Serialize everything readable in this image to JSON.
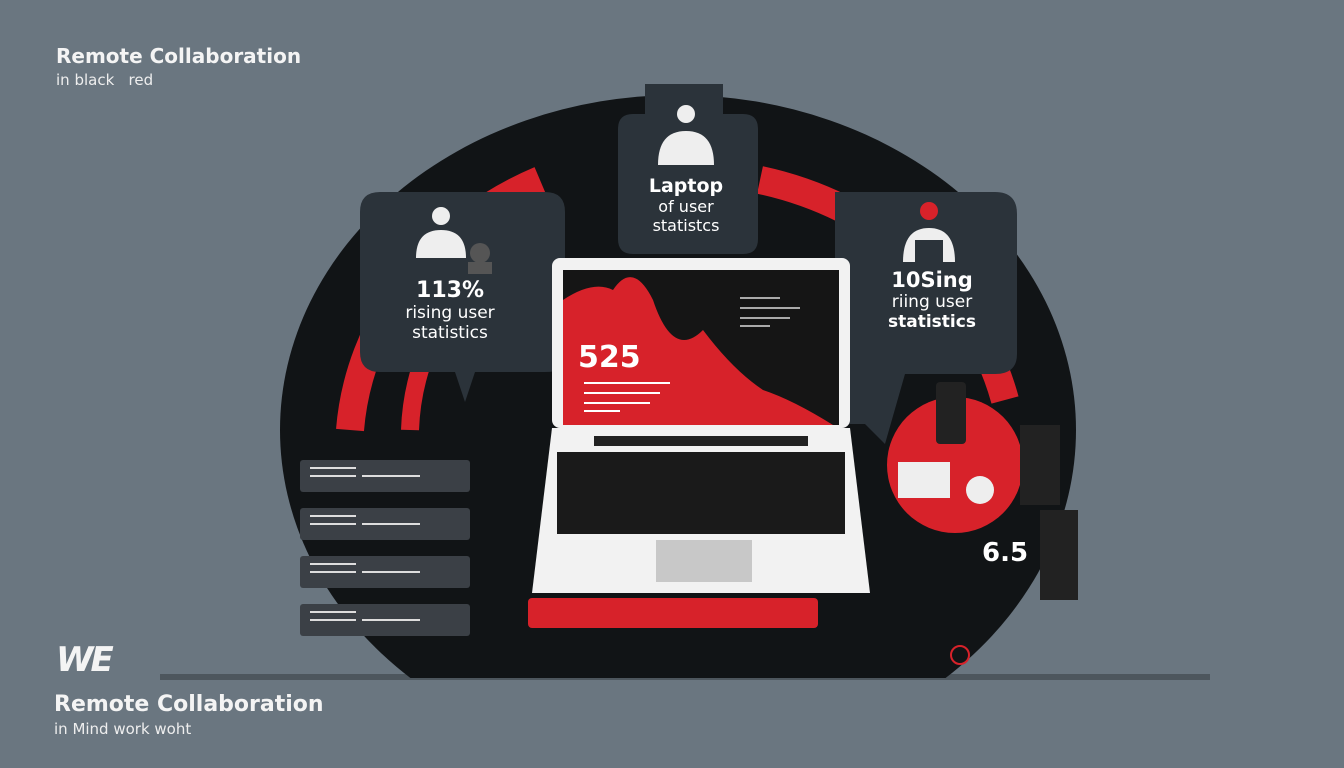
{
  "header": {
    "title": "Remote Collaboration",
    "subtitle": "in black   red"
  },
  "footer": {
    "logo_text": "WE",
    "title": "Remote Collaboration",
    "subtitle": "in Mind work woht"
  },
  "cards": {
    "left": {
      "value": "113%",
      "line1": "rising user",
      "line2": "statistics"
    },
    "center": {
      "value": "Laptop",
      "line1": "of user",
      "line2": "statistcs"
    },
    "right": {
      "value": "10Sing",
      "line1": "riing user",
      "line2": "statistics"
    }
  },
  "laptop": {
    "screen_value": "525"
  },
  "side_value": "6.5",
  "colors": {
    "background": "#6a7680",
    "dark": "#111416",
    "card": "#2b333a",
    "accent": "#d7222a"
  }
}
